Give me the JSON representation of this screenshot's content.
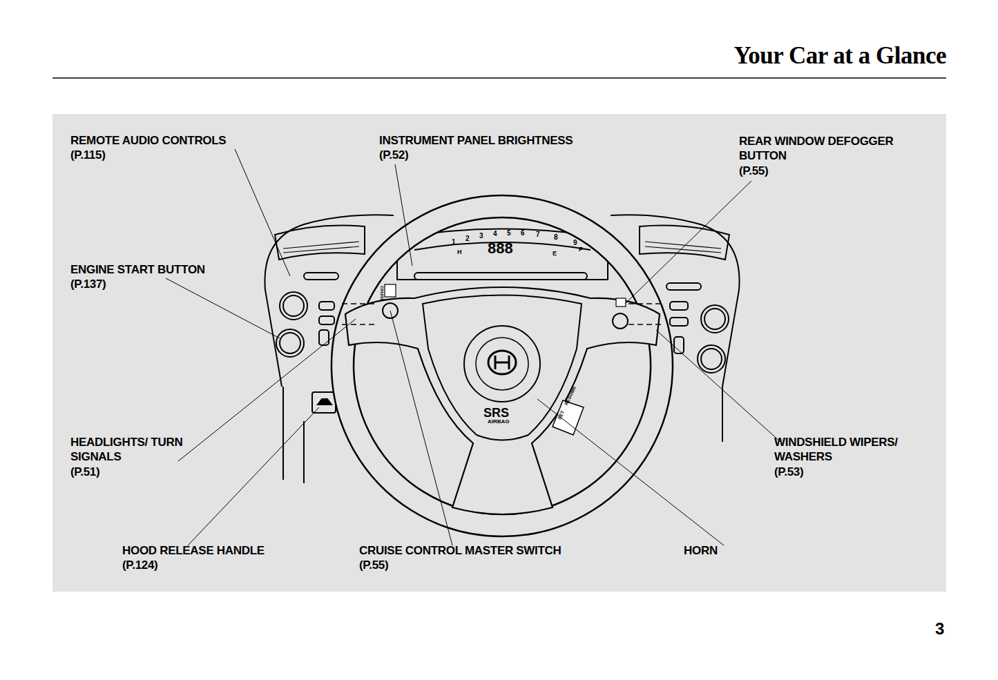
{
  "diagram": {
    "title": "Your Car at a Glance",
    "labels": [
      "REMOTE AUDIO CONTROLS",
      "(P.115)",
      "INSTRUMENT PANEL BRIGHTNESS",
      "(P.52)",
      "REAR WINDOW DEFOGGER BUTTON",
      "(P.55)",
      "ENGINE START BUTTON",
      "(P.137)",
      "HEADLIGHTS/ TURN SIGNALS",
      "(P.51)",
      "WINDSHIELD WIPERS/ WASHERS",
      "(P.53)",
      "HOOD RELEASE HANDLE",
      "(P.124)",
      "CRUISE CONTROL MASTER SWITCH",
      "(P.55)",
      "HORN",
      "3",
      "1",
      "2",
      "3",
      "4",
      "5",
      "6",
      "7",
      "8",
      "9",
      "888",
      "H",
      "E",
      "F",
      "CRUISE",
      "SRS",
      "AIRBAG",
      "RESUME",
      "SET"
    ]
  }
}
